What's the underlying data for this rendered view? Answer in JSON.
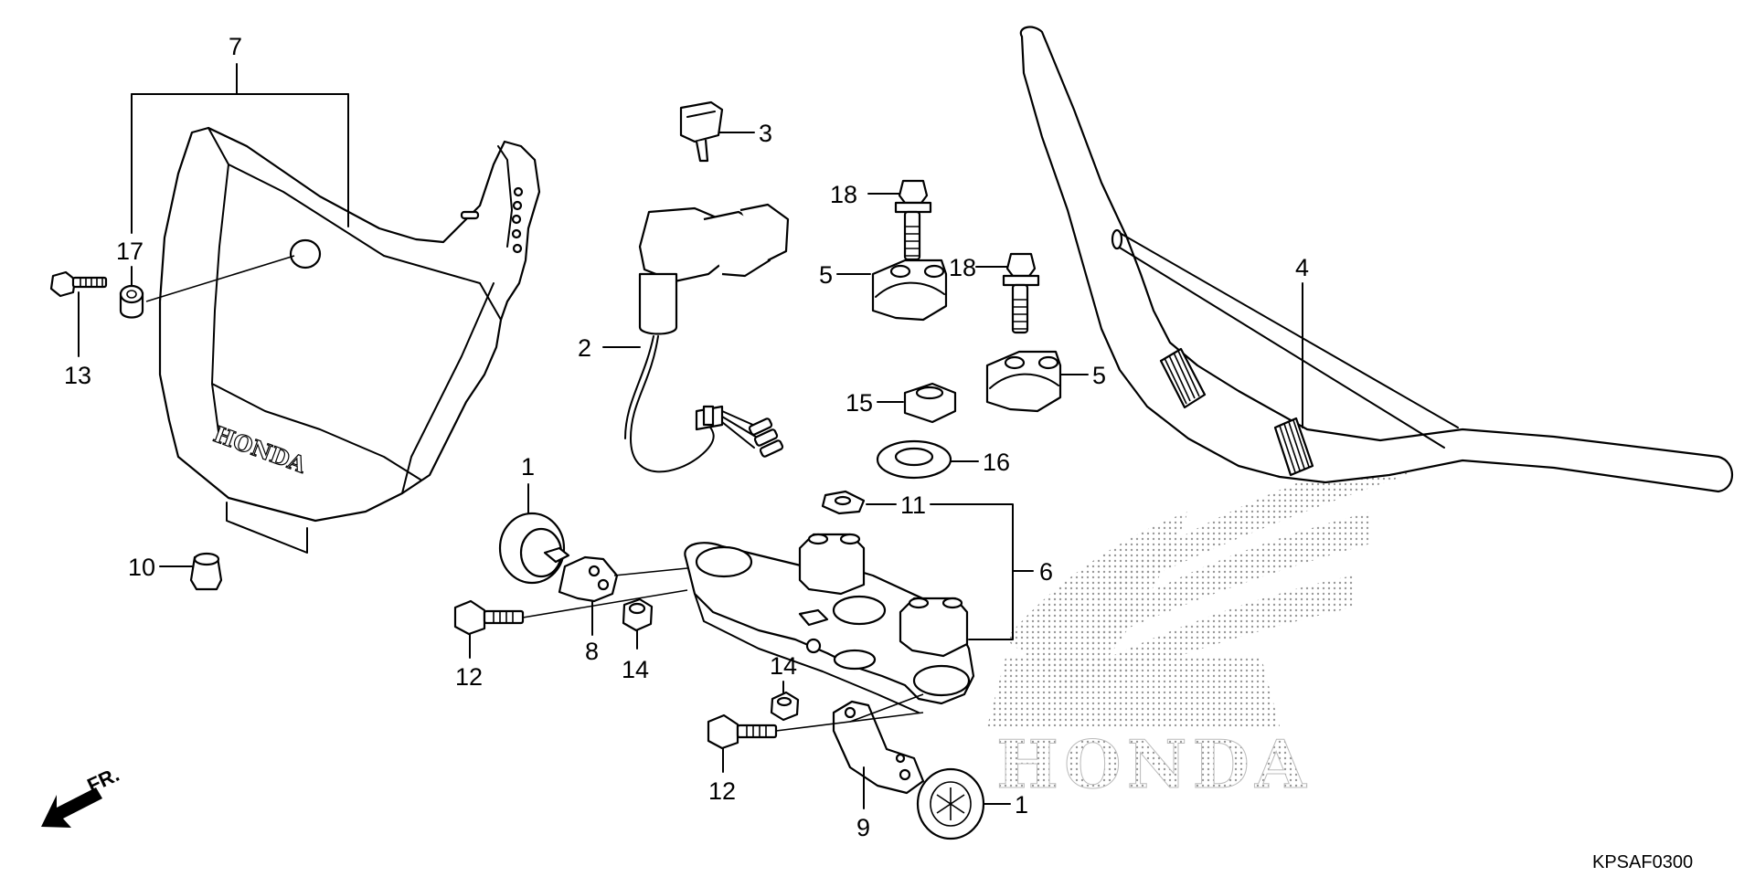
{
  "diagram": {
    "code": "KPSAF0300",
    "front_label": "FR.",
    "brand_watermark": "HONDA",
    "cover_emblem": "HONDA",
    "callouts": {
      "c1a": "1",
      "c1b": "1",
      "c2": "2",
      "c3": "3",
      "c4": "4",
      "c5a": "5",
      "c5b": "5",
      "c6": "6",
      "c7": "7",
      "c8": "8",
      "c9": "9",
      "c10": "10",
      "c11": "11",
      "c12a": "12",
      "c12b": "12",
      "c13": "13",
      "c14a": "14",
      "c14b": "14",
      "c15": "15",
      "c16": "16",
      "c17": "17",
      "c18a": "18",
      "c18b": "18"
    }
  }
}
